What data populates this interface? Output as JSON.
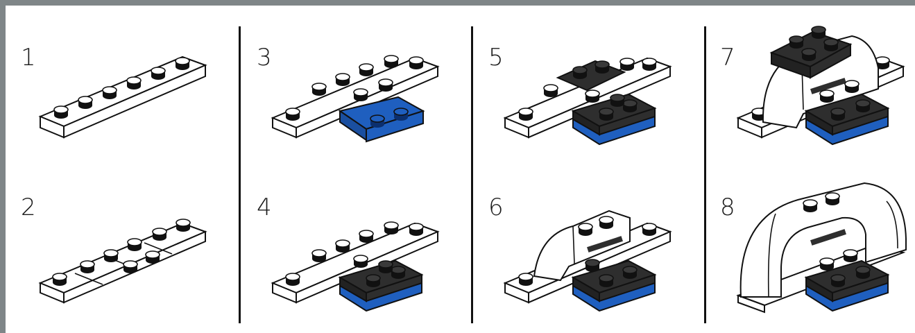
{
  "steps": [
    {
      "number": "1"
    },
    {
      "number": "2"
    },
    {
      "number": "3"
    },
    {
      "number": "4"
    },
    {
      "number": "5"
    },
    {
      "number": "6"
    },
    {
      "number": "7"
    },
    {
      "number": "8"
    }
  ],
  "colors": {
    "frame": "#7f8688",
    "page": "#ffffff",
    "white_brick": "#ffffff",
    "black_brick": "#2e2e2e",
    "blue_brick": "#1f5fbf",
    "outline": "#111111"
  }
}
